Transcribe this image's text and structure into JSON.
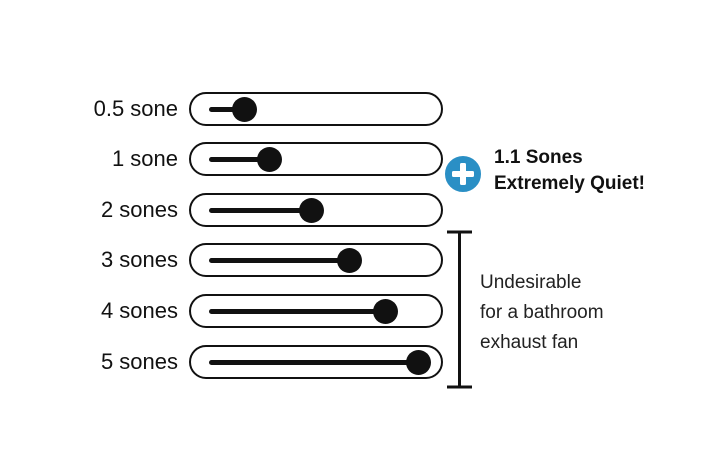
{
  "levels": [
    {
      "label": "0.5 sone",
      "value": 0.5
    },
    {
      "label": "1 sone",
      "value": 1
    },
    {
      "label": "2 sones",
      "value": 2
    },
    {
      "label": "3 sones",
      "value": 3
    },
    {
      "label": "4 sones",
      "value": 4
    },
    {
      "label": "5 sones",
      "value": 5
    }
  ],
  "scale_max": 5.4,
  "callout": {
    "line1": "1.1 Sones",
    "line2": "Extremely Quiet!",
    "badge_icon": "plus-icon",
    "badge_color": "#2a8fc5"
  },
  "note": {
    "line1": "Undesirable",
    "line2": "for a bathroom",
    "line3": "exhaust fan"
  }
}
